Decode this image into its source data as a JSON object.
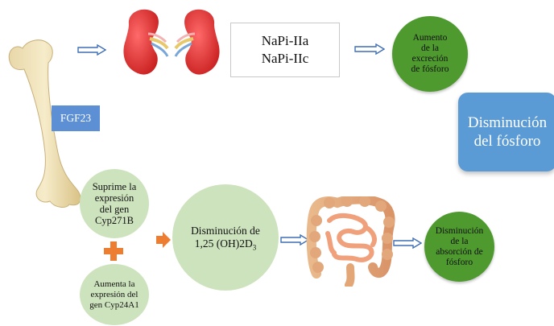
{
  "napi": {
    "line1": "NaPi-IIa",
    "line2": "NaPi-IIc"
  },
  "excretion": {
    "line1": "Aumento",
    "line2": "de la",
    "line3": "excreción",
    "line4": "de fósforo"
  },
  "fgf23": {
    "label": "FGF23"
  },
  "result": {
    "line1": "Disminución",
    "line2": "del fósforo"
  },
  "suppress": {
    "line1": "Suprime la",
    "line2": "expresión",
    "line3": "del gen",
    "line4": "Cyp271B"
  },
  "increase": {
    "line1": "Aumenta la",
    "line2": "expresión del",
    "line3": "gen Cyp24A1"
  },
  "vitd": {
    "line1": "Disminución de",
    "line2_main": "1,25 (OH)2D",
    "line2_sub": "3"
  },
  "absorption": {
    "line1": "Disminución",
    "line2": "de la",
    "line3": "absorción de",
    "line4": "fósforo"
  },
  "icons": {
    "bone": "femur-bone-icon",
    "kidneys": "kidneys-icon",
    "intestine": "intestine-icon",
    "plus": "plus-icon",
    "arrow": "hollow-arrow-icon"
  },
  "colors": {
    "dark_green": "#4e9a2f",
    "light_green": "#cde3bd",
    "blue_box": "#5b9bd5",
    "fgf_box": "#5c8fd3",
    "orange": "#ed7d31",
    "arrow_outline": "#3f6fb5"
  }
}
